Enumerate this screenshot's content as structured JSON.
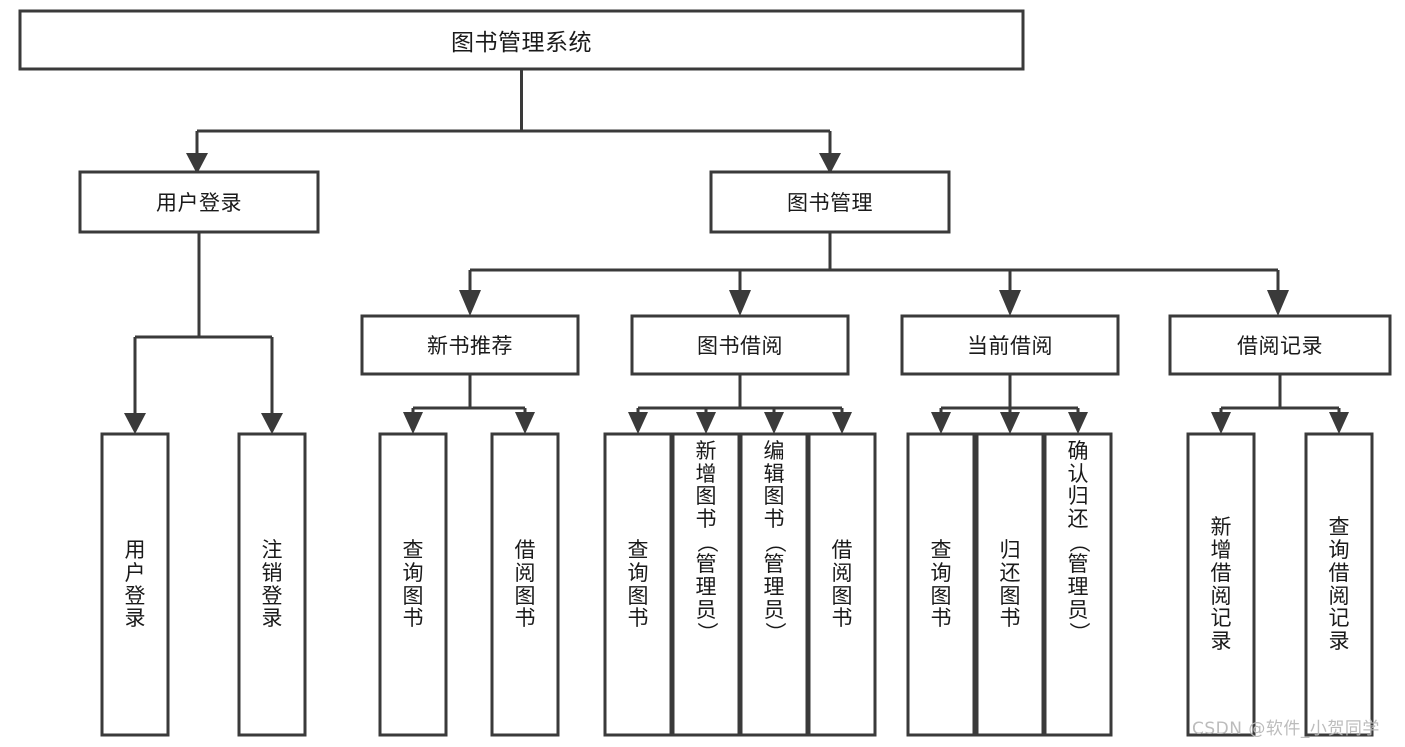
{
  "diagram": {
    "type": "tree-hierarchy",
    "title": "图书管理系统",
    "orientation": "top-down",
    "root": {
      "id": "root",
      "label": "图书管理系统",
      "text_orientation": "horizontal"
    },
    "level2": [
      {
        "id": "user-login",
        "label": "用户登录",
        "text_orientation": "horizontal"
      },
      {
        "id": "book-manage",
        "label": "图书管理",
        "text_orientation": "horizontal"
      }
    ],
    "level3": [
      {
        "id": "new-book-recommend",
        "label": "新书推荐",
        "parent": "book-manage",
        "text_orientation": "horizontal"
      },
      {
        "id": "book-borrow",
        "label": "图书借阅",
        "parent": "book-manage",
        "text_orientation": "horizontal"
      },
      {
        "id": "current-borrow",
        "label": "当前借阅",
        "parent": "book-manage",
        "text_orientation": "horizontal"
      },
      {
        "id": "borrow-record",
        "label": "借阅记录",
        "parent": "book-manage",
        "text_orientation": "horizontal"
      }
    ],
    "leaves": [
      {
        "id": "leaf-user-login",
        "label": "用户登录",
        "parent": "user-login",
        "text_orientation": "vertical"
      },
      {
        "id": "leaf-user-logout",
        "label": "注销登录",
        "parent": "user-login",
        "text_orientation": "vertical"
      },
      {
        "id": "leaf-query-book-1",
        "label": "查询图书",
        "parent": "new-book-recommend",
        "text_orientation": "vertical"
      },
      {
        "id": "leaf-borrow-book-1",
        "label": "借阅图书",
        "parent": "new-book-recommend",
        "text_orientation": "vertical"
      },
      {
        "id": "leaf-query-book-2",
        "label": "查询图书",
        "parent": "book-borrow",
        "text_orientation": "vertical"
      },
      {
        "id": "leaf-add-book",
        "label": "新增图书（管理员）",
        "parent": "book-borrow",
        "text_orientation": "vertical"
      },
      {
        "id": "leaf-edit-book",
        "label": "编辑图书（管理员）",
        "parent": "book-borrow",
        "text_orientation": "vertical"
      },
      {
        "id": "leaf-borrow-book-2",
        "label": "借阅图书",
        "parent": "book-borrow",
        "text_orientation": "vertical"
      },
      {
        "id": "leaf-query-book-3",
        "label": "查询图书",
        "parent": "current-borrow",
        "text_orientation": "vertical"
      },
      {
        "id": "leaf-return-book",
        "label": "归还图书",
        "parent": "current-borrow",
        "text_orientation": "vertical"
      },
      {
        "id": "leaf-confirm-return",
        "label": "确认归还（管理员）",
        "parent": "current-borrow",
        "text_orientation": "vertical"
      },
      {
        "id": "leaf-add-record",
        "label": "新增借阅记录",
        "parent": "borrow-record",
        "text_orientation": "vertical"
      },
      {
        "id": "leaf-query-record",
        "label": "查询借阅记录",
        "parent": "borrow-record",
        "text_orientation": "vertical"
      }
    ],
    "colors": {
      "stroke": "#3a3a3a",
      "fill": "#ffffff",
      "text": "#1a1a1a",
      "background": "#ffffff",
      "watermark": "#b9b9b9"
    }
  },
  "watermark": {
    "text": "CSDN @软件_小贺同学"
  }
}
